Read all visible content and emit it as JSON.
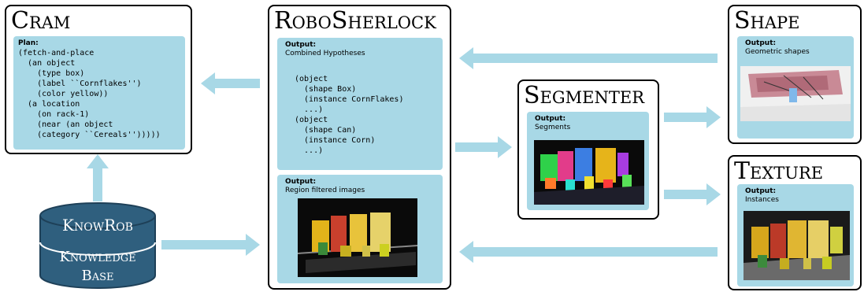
{
  "cram": {
    "title": "Cram",
    "plan_label": "Plan:",
    "code": "(fetch-and-place\n  (an object\n    (type box)\n    (label ``Cornflakes'')\n    (color yellow))\n  (a location\n    (on rack-1)\n    (near (an object\n    (category ``Cereals'')))))"
  },
  "robosherlock": {
    "title": "RoboSherlock",
    "output1_label": "Output:",
    "output1_desc": "Combined Hypotheses",
    "code": "(object\n  (shape Box)\n  (instance CornFlakes)\n  ...)\n(object\n  (shape Can)\n  (instance Corn)\n  ...)",
    "output2_label": "Output:",
    "output2_desc": "Region filtered images"
  },
  "segmenter": {
    "title": "Segmenter",
    "output_label": "Output:",
    "output_desc": "Segments"
  },
  "shape": {
    "title": "Shape",
    "output_label": "Output:",
    "output_desc": "Geometric shapes"
  },
  "texture": {
    "title": "Texture",
    "output_label": "Output:",
    "output_desc": "Instances"
  },
  "knowrob": {
    "line1": "KnowRob",
    "line2": "Knowledge",
    "line3": "Base"
  },
  "colors": {
    "panel": "#a8d8e6",
    "arrow": "#a8d8e6",
    "database": "#2f5f7e"
  }
}
